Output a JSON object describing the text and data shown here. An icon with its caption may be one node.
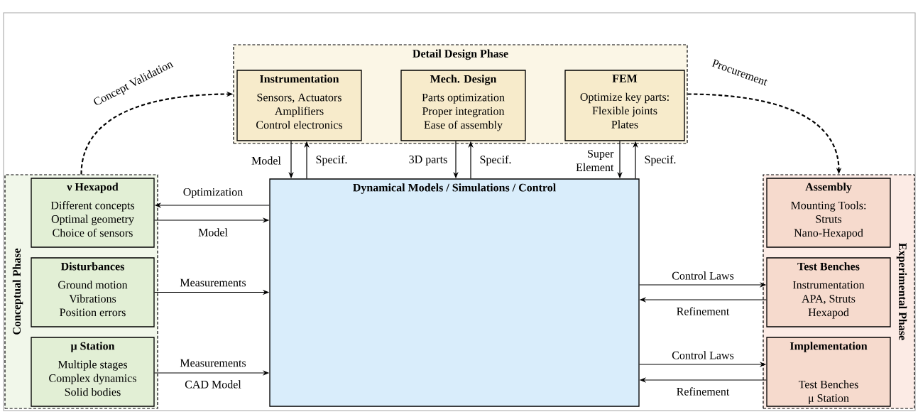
{
  "diagram": {
    "nodes": [
      {
        "text": [
          "Detail Design Phase"
        ]
      },
      {
        "text": [
          "Instrumentation",
          "Sensors, Actuators",
          "Amplifiers",
          "Control electronics"
        ],
        "in": 0
      },
      {
        "text": [
          "Mech. Design",
          "Parts optimization",
          "Proper integration",
          "Ease of assembly"
        ],
        "in": 0
      },
      {
        "text": [
          "FEM",
          "Optimize key parts:",
          "Flexible joints",
          "Plates"
        ],
        "in": 0
      },
      {
        "text": [
          "Conceptual Phase"
        ]
      },
      {
        "text": [
          "ν Hexapod",
          "Different concepts",
          "Optimal geometry",
          "Choice of sensors"
        ],
        "in": 4
      },
      {
        "text": [
          "Disturbances",
          "Ground motion",
          "Vibrations",
          "Position errors"
        ],
        "in": 4
      },
      {
        "text": [
          "μ Station",
          "Multiple stages",
          "Complex dynamics",
          "Solid bodies"
        ],
        "in": 4
      },
      {
        "text": [
          "Dynamical Models / Simulations / Control"
        ]
      },
      {
        "text": [
          "Experimental Phase"
        ]
      },
      {
        "text": [
          "Assembly",
          "Mounting Tools:",
          "Struts",
          "Nano-Hexapod"
        ],
        "in": 9
      },
      {
        "text": [
          "Test Benches",
          "Instrumentation",
          "APA, Struts",
          "Hexapod"
        ],
        "in": 9
      },
      {
        "text": [
          "Implementation",
          "Test Benches",
          "μ Station"
        ],
        "in": 9
      }
    ],
    "edges": [
      {
        "from": 4,
        "to": 0,
        "arrow": "to",
        "label": "Concept Validation",
        "style": "dashed"
      },
      {
        "from": 0,
        "to": 9,
        "arrow": "to",
        "label": "Procurement",
        "style": "dashed"
      },
      {
        "from": 1,
        "to": 8,
        "arrow": "to",
        "label": "Model"
      },
      {
        "from": 8,
        "to": 1,
        "arrow": "to",
        "label": "Specif."
      },
      {
        "from": 2,
        "to": 8,
        "arrow": "to",
        "label": "3D parts"
      },
      {
        "from": 8,
        "to": 2,
        "arrow": "to",
        "label": "Specif."
      },
      {
        "from": 3,
        "to": 8,
        "arrow": "to",
        "label": "Super Element"
      },
      {
        "from": 8,
        "to": 3,
        "arrow": "to",
        "label": "Specif."
      },
      {
        "from": 8,
        "to": 5,
        "arrow": "to",
        "label": "Optimization"
      },
      {
        "from": 5,
        "to": 8,
        "arrow": "to",
        "label": "Model"
      },
      {
        "from": 6,
        "to": 8,
        "arrow": "to",
        "label": "Measurements"
      },
      {
        "from": 7,
        "to": 8,
        "arrow": "to",
        "label": "Measurements"
      },
      {
        "from": 8,
        "to": 11,
        "arrow": "to",
        "label": "Control Laws"
      },
      {
        "from": 11,
        "to": 8,
        "arrow": "to",
        "label": "Refinement"
      },
      {
        "from": 8,
        "to": 12,
        "arrow": "to",
        "label": "Control Laws"
      },
      {
        "from": 12,
        "to": 8,
        "arrow": "to",
        "label": "Refinement"
      }
    ],
    "labels": [
      "CAD Model"
    ]
  }
}
